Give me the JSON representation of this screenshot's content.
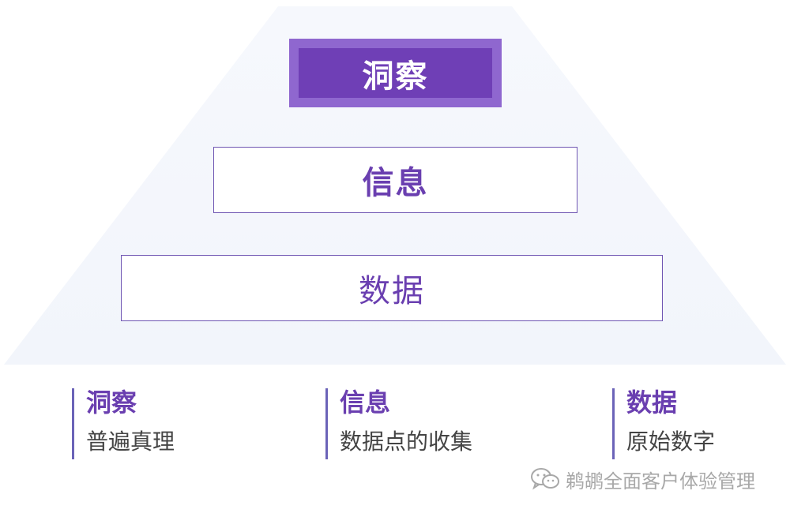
{
  "pyramid": {
    "tiers": [
      {
        "label": "洞察"
      },
      {
        "label": "信息"
      },
      {
        "label": "数据"
      }
    ]
  },
  "legend": [
    {
      "title": "洞察",
      "description": "普遍真理"
    },
    {
      "title": "信息",
      "description": "数据点的收集"
    },
    {
      "title": "数据",
      "description": "原始数字"
    }
  ],
  "watermark": {
    "text": "鹈鹕全面客户体验管理",
    "icon": "wechat-icon"
  },
  "colors": {
    "accent": "#6f3fb6",
    "accent_light": "#8f67cf",
    "border": "#6f56b3",
    "legend_bar": "#6b63b8",
    "pyramid_bg": "#f5f7fc"
  }
}
